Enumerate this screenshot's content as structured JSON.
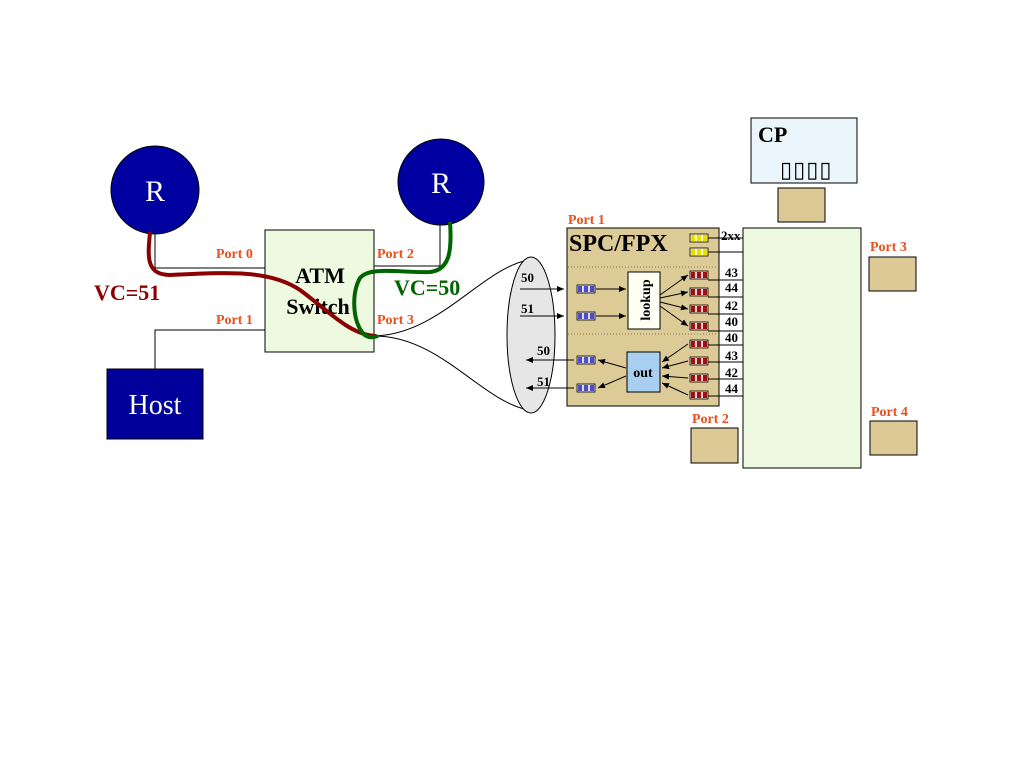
{
  "routers": {
    "left_label": "R",
    "right_label": "R"
  },
  "host": {
    "label": "Host"
  },
  "atm_switch": {
    "label_line1": "ATM",
    "label_line2": "Switch",
    "ports": {
      "p0": "Port 0",
      "p1": "Port 1",
      "p2": "Port 2",
      "p3": "Port 3"
    }
  },
  "vcs": {
    "vc51": "VC=51",
    "vc50": "VC=50"
  },
  "link_vcs": {
    "in_50": "50",
    "in_51": "51",
    "out_50": "50",
    "out_51": "51"
  },
  "spc": {
    "title": "SPC/FPX",
    "port_label": "Port 1",
    "lookup_label": "lookup",
    "out_label": "out",
    "label_2xx": "2xx",
    "upper_vcs": [
      "43",
      "44",
      "42",
      "40"
    ],
    "lower_vcs": [
      "40",
      "43",
      "42",
      "44"
    ]
  },
  "cp": {
    "label": "CP",
    "glyphs": "▯▯▯▯"
  },
  "router_ports": {
    "p2": "Port 2",
    "p3": "Port 3",
    "p4": "Port 4"
  },
  "colors": {
    "router_fill": "#0000a0",
    "host_fill": "#00009a",
    "switch_fill": "#eefae0",
    "spc_fill": "#dccb97",
    "port_box": "#ddc996",
    "vc51": "#8b0000",
    "vc50": "#006400",
    "port_text": "#e8501c",
    "ellipse": "#e6e6e6",
    "cp_fill": "#eaf5fc",
    "queue_blue": "#4d4dc8",
    "queue_red": "#a01010",
    "queue_yellow": "#e8e000",
    "out_fill": "#a8cff0"
  }
}
